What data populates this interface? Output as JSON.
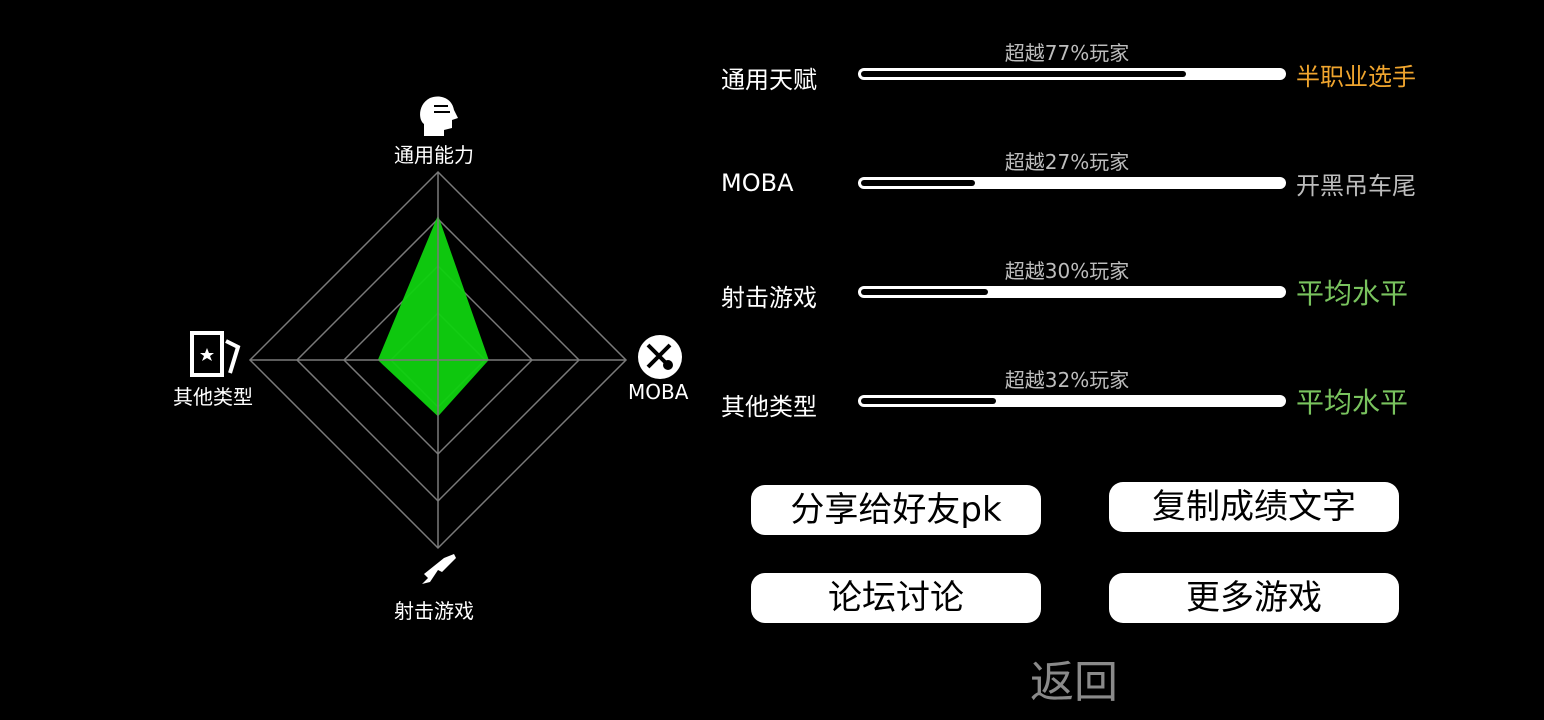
{
  "radar": {
    "axes": {
      "top": "通用能力",
      "right": "MOBA",
      "bottom": "射击游戏",
      "left": "其他类型"
    },
    "values": {
      "top": 0.77,
      "right": 0.27,
      "bottom": 0.3,
      "left": 0.32
    },
    "fill_color": "#0fd20f",
    "grid_color": "#7a7a7a",
    "icons": {
      "top": "head-profile-icon",
      "right": "crossed-swords-icon",
      "bottom": "gun-icon",
      "left": "card-star-icon"
    }
  },
  "stats": [
    {
      "name": "通用天赋",
      "percent_text": "超越77%玩家",
      "fill": 0.77,
      "rank": "半职业选手",
      "rank_color": "#f0a52e"
    },
    {
      "name": "MOBA",
      "percent_text": "超越27%玩家",
      "fill": 0.27,
      "rank": "开黑吊车尾",
      "rank_color": "#bdbdbd"
    },
    {
      "name": "射击游戏",
      "percent_text": "超越30%玩家",
      "fill": 0.3,
      "rank": "平均水平",
      "rank_color": "#79c35e"
    },
    {
      "name": "其他类型",
      "percent_text": "超越32%玩家",
      "fill": 0.32,
      "rank": "平均水平",
      "rank_color": "#79c35e"
    }
  ],
  "buttons": {
    "share": "分享给好友pk",
    "copy": "复制成绩文字",
    "forum": "论坛讨论",
    "more": "更多游戏"
  },
  "back_label": "返回"
}
